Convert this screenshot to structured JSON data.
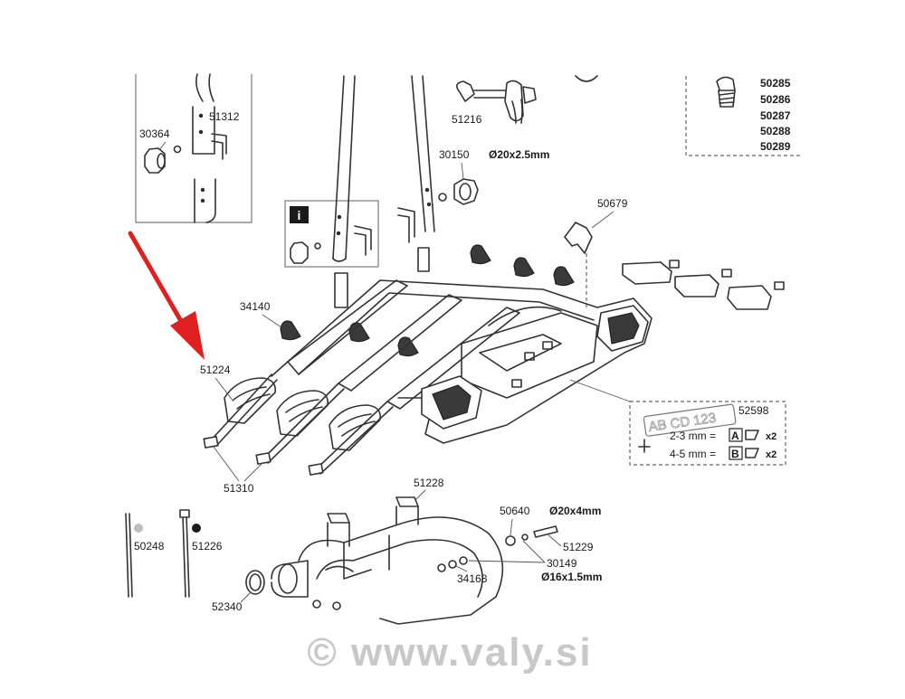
{
  "labels": {
    "p30364": "30364",
    "p51312": "51312",
    "p51216": "51216",
    "p30150": "30150",
    "d20x25": "Ø20x2.5mm",
    "p50679": "50679",
    "p34140": "34140",
    "p51224": "51224",
    "p51310": "51310",
    "p50285": "50285",
    "p50286": "50286",
    "p50287": "50287",
    "p50288": "50288",
    "p50289": "50289",
    "p52598": "52598",
    "plate_text": "AB CD 123",
    "spec1": "2-3 mm =",
    "spec1_letter": "A",
    "spec1_qty": "x2",
    "spec2": "4-5 mm =",
    "spec2_letter": "B",
    "spec2_qty": "x2",
    "p51228": "51228",
    "p50640": "50640",
    "d20x4": "Ø20x4mm",
    "p51229": "51229",
    "p30149": "30149",
    "d16x15": "Ø16x1.5mm",
    "p34168": "34168",
    "p50248": "50248",
    "p51226": "51226",
    "p52340": "52340",
    "info_icon": "i"
  },
  "watermark": "© www.valy.si",
  "colors": {
    "arrow": "#e02020",
    "line": "#333333",
    "watermark": "#c8c8c8"
  },
  "icons": {
    "info": "info-icon",
    "arrow": "red-pointer-arrow"
  }
}
